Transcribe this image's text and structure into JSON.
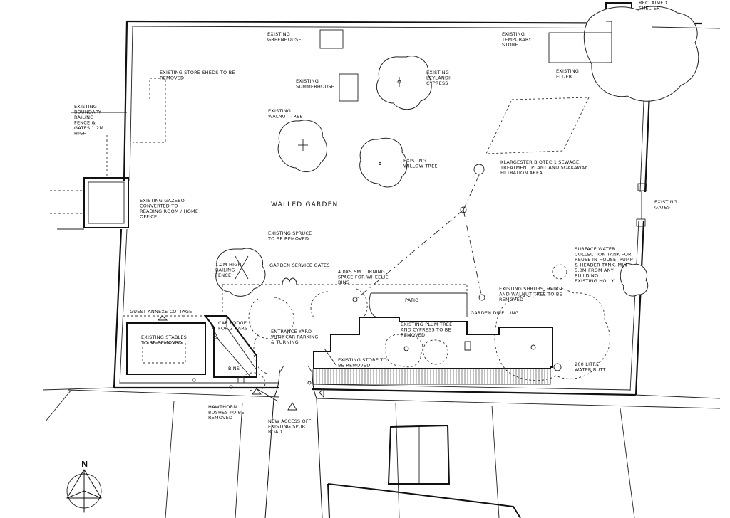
{
  "labels": {
    "reclaimed_shelter": "Reclaimed Shelter",
    "existing_greenhouse": "Existing Greenhouse",
    "existing_temporary_store": "Existing Temporary Store",
    "existing_leylandii_cypress": "Existing Leylandii Cypress",
    "existing_elder": "Existing Elder",
    "existing_store_sheds": "Existing Store Sheds to be removed",
    "existing_summerhouse": "Existing Summerhouse",
    "existing_boundary_fence": "Existing Boundary Railing Fence & Gates 1.2m High",
    "existing_walnut_tree": "Existing Walnut Tree",
    "existing_willow_tree": "Existing Willow Tree",
    "klargester": "Klargester BioTec 1 Sewage Treatment Plant and Soakaway Filtration Area",
    "walled_garden": "Walled Garden",
    "existing_gazebo": "Existing Gazebo Converted to Reading Room / Home Office",
    "existing_gates": "Existing Gates",
    "existing_spruce": "Existing Spruce to be removed",
    "surface_water": "Surface Water Collection Tank for Reuse in House, Pump & Header Tank, Min 5.0m from any Building",
    "railing_fence": "1.2m High Railing Fence",
    "garden_service_gates": "Garden Service Gates",
    "turning_space": "4.0x5.5m Turning Space for Wheelie Bins",
    "existing_holly": "Existing Holly",
    "patio": "Patio",
    "existing_shrubs_hedge": "Existing Shrubs, Hedge and Walnut Tree to be removed",
    "guest_annexe": "Guest Annexe Cottage",
    "car_lodge": "Car Lodge for 2 Cars",
    "entrance_yard": "Entrance Yard with Car Parking & Turning",
    "garden_dwelling": "Garden Dwelling",
    "existing_plum_tree": "Existing Plum Tree and Cypress to be removed",
    "existing_stables": "Existing Stables to be removed",
    "existing_store": "Existing Store to be removed",
    "bins": "Bins",
    "water_butt": "200 Litre Water Butt",
    "hawthorn": "Hawthorn Bushes to be removed",
    "new_access": "New Access off Existing Spur Road",
    "north": "N"
  }
}
